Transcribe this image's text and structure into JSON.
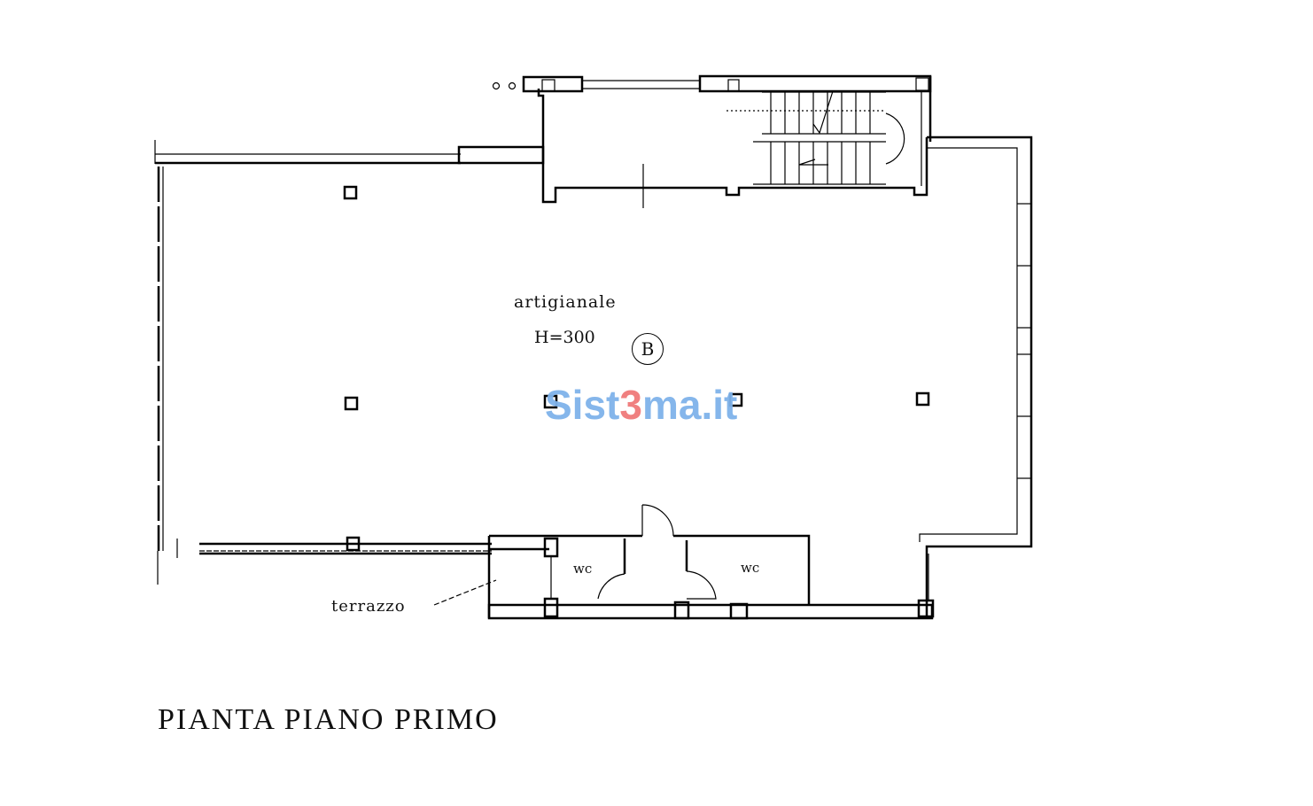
{
  "plan": {
    "title": "PIANTA PIANO PRIMO",
    "room_name": "artigianale",
    "room_height": "H=300",
    "unit_tag": "B",
    "wc_left": "wc",
    "wc_right": "wc",
    "terrace_label": "terrazzo"
  },
  "watermark": {
    "prefix": "Sist",
    "mid": "3",
    "suffix": "ma.it"
  },
  "colors": {
    "line": "#000000",
    "watermark_blue": "#7fb3ea",
    "watermark_red": "#f07a7a"
  }
}
